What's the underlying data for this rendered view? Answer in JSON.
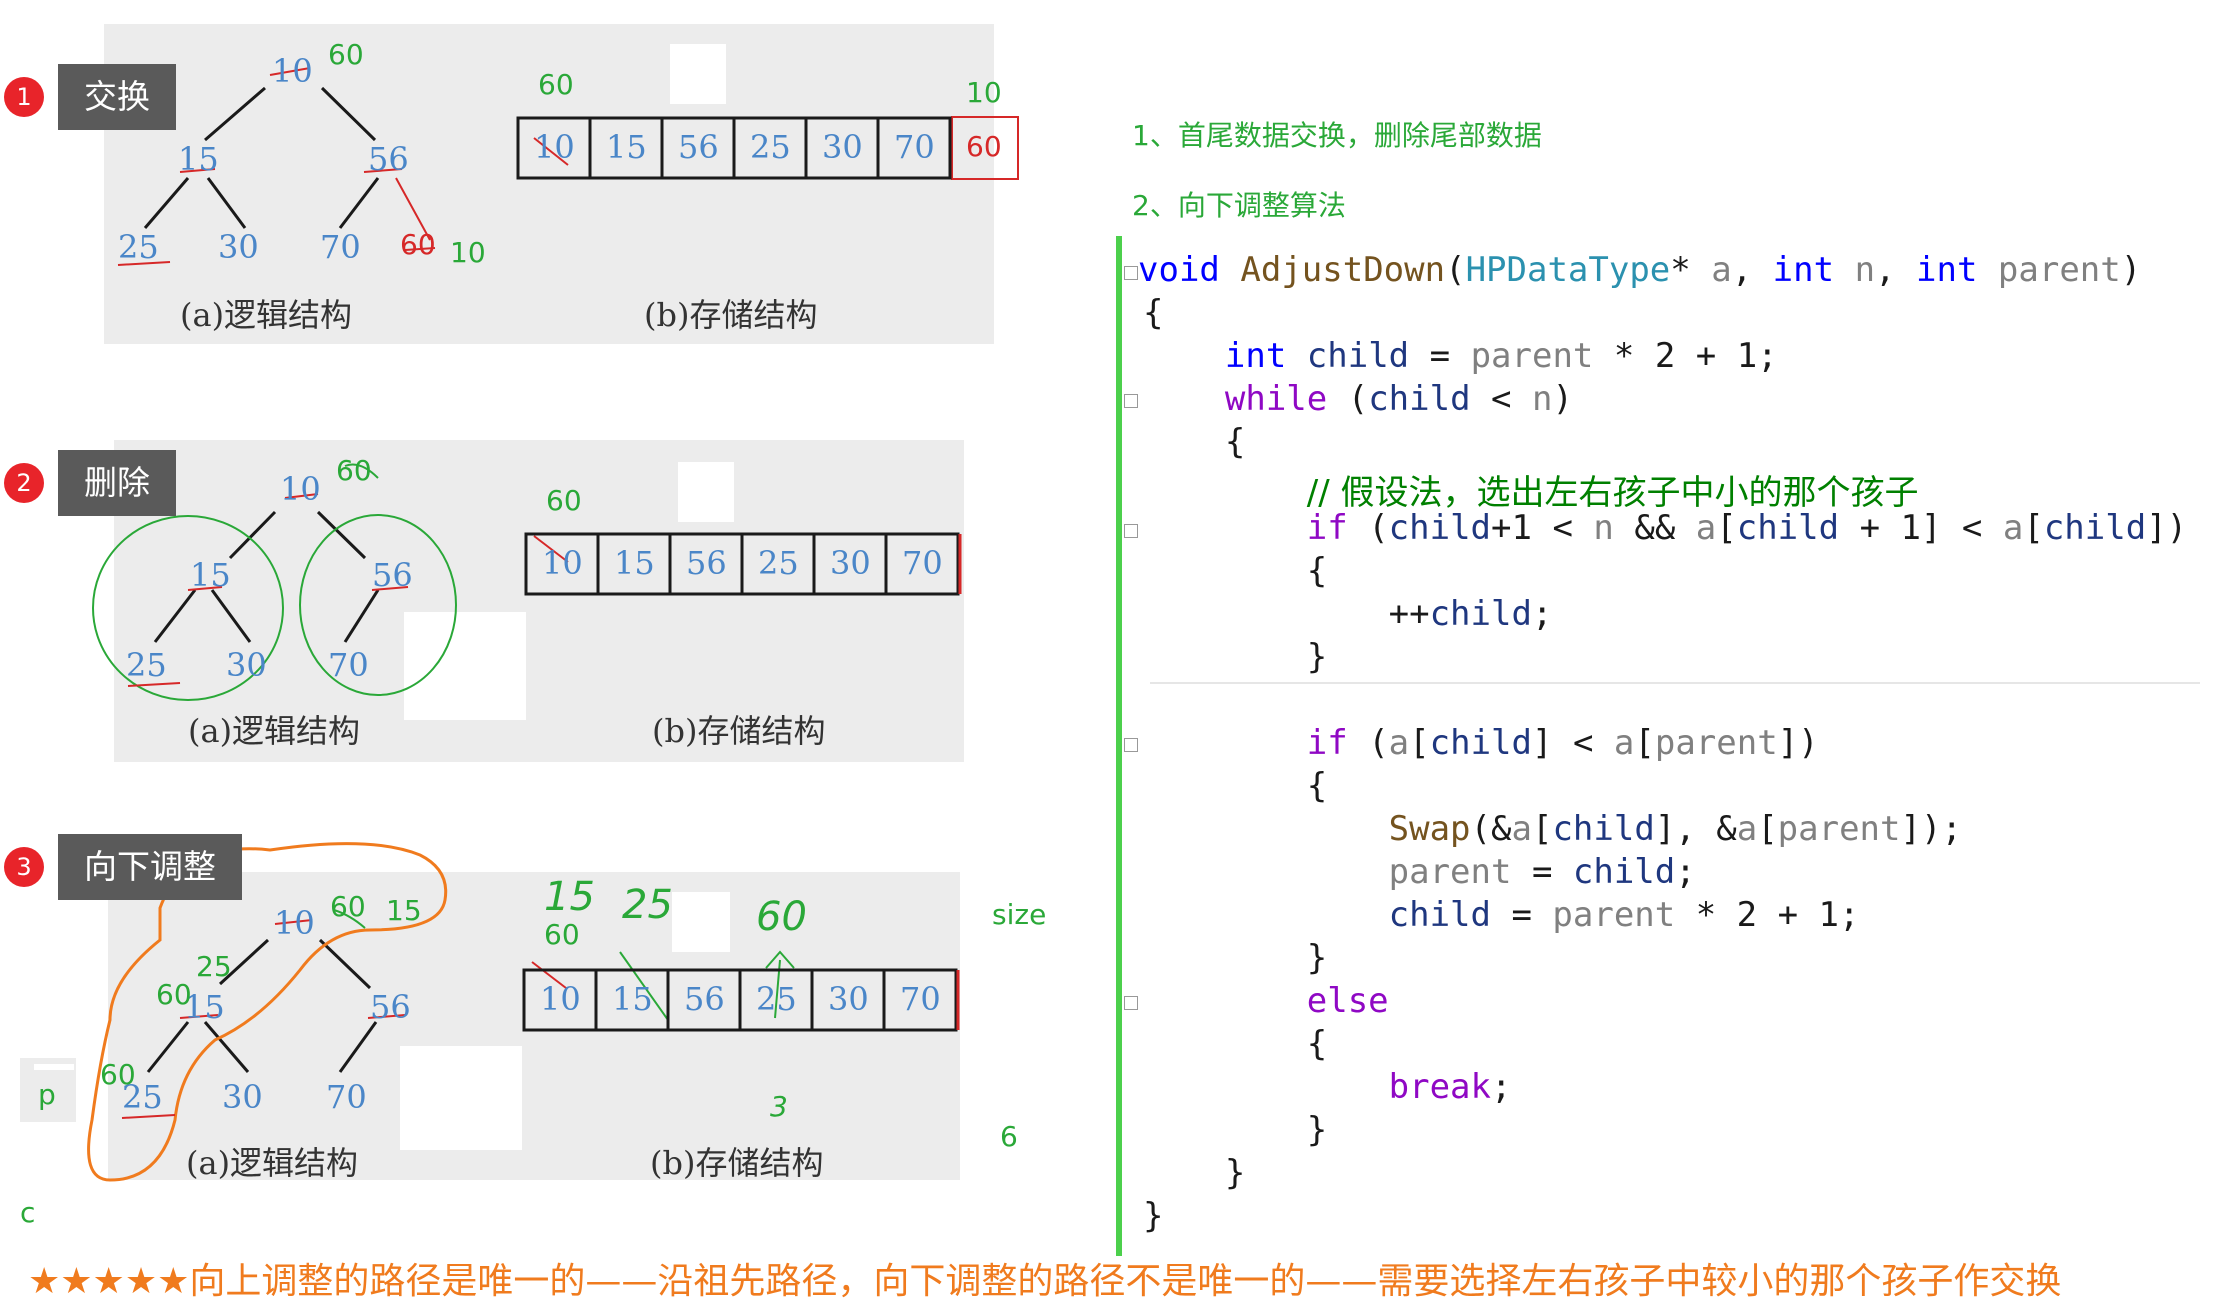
{
  "steps": [
    {
      "num": "1",
      "label": "交换"
    },
    {
      "num": "2",
      "label": "删除"
    },
    {
      "num": "3",
      "label": "向下调整"
    }
  ],
  "captions": {
    "logical": "(a)逻辑结构",
    "storage": "(b)存储结构"
  },
  "tree_values": [
    "10",
    "15",
    "56",
    "25",
    "30",
    "70"
  ],
  "array_panel1": [
    "10",
    "15",
    "56",
    "25",
    "30",
    "70",
    "60"
  ],
  "array_panel2": [
    "10",
    "15",
    "56",
    "25",
    "30",
    "70"
  ],
  "array_panel3": [
    "10",
    "15",
    "56",
    "25",
    "30",
    "70"
  ],
  "annotations": {
    "p1_root": "60",
    "p1_leaf": "60",
    "p1_leaf_new": "10",
    "p1_array_top": "60",
    "p1_array_last_top": "10",
    "p2_root": "60",
    "p2_array_top": "60",
    "p3_root": "60",
    "p3_root_b": "15",
    "p3_mid": "25",
    "p3_mid_b": "60",
    "p3_leaf": "60",
    "p3_array_top": "60",
    "p3_hand_a": "15",
    "p3_hand_b": "25",
    "p3_hand_c": "60",
    "p3_hand_d": "3",
    "size": "size",
    "six": "6",
    "p": "p",
    "c": "c"
  },
  "notes": [
    "1、首尾数据交换，删除尾部数据",
    "2、向下调整算法"
  ],
  "code": {
    "l1_kw": "void",
    "l1_fn": "AdjustDown",
    "l1_ty": "HPDataType",
    "l1_p1": "a",
    "l1_p2": "n",
    "l1_p3": "parent",
    "l1_int": "int",
    "child": "child",
    "parent": "parent",
    "n": "n",
    "a": "a",
    "while": "while",
    "if": "if",
    "else": "else",
    "break": "break",
    "swap": "Swap",
    "comment": "// 假设法，选出左右孩子中小的那个孩子"
  },
  "bottom_note": "★★★★★向上调整的路径是唯一的——沿祖先路径，向下调整的路径不是唯一的——需要选择左右孩子中较小的那个孩子作交换"
}
